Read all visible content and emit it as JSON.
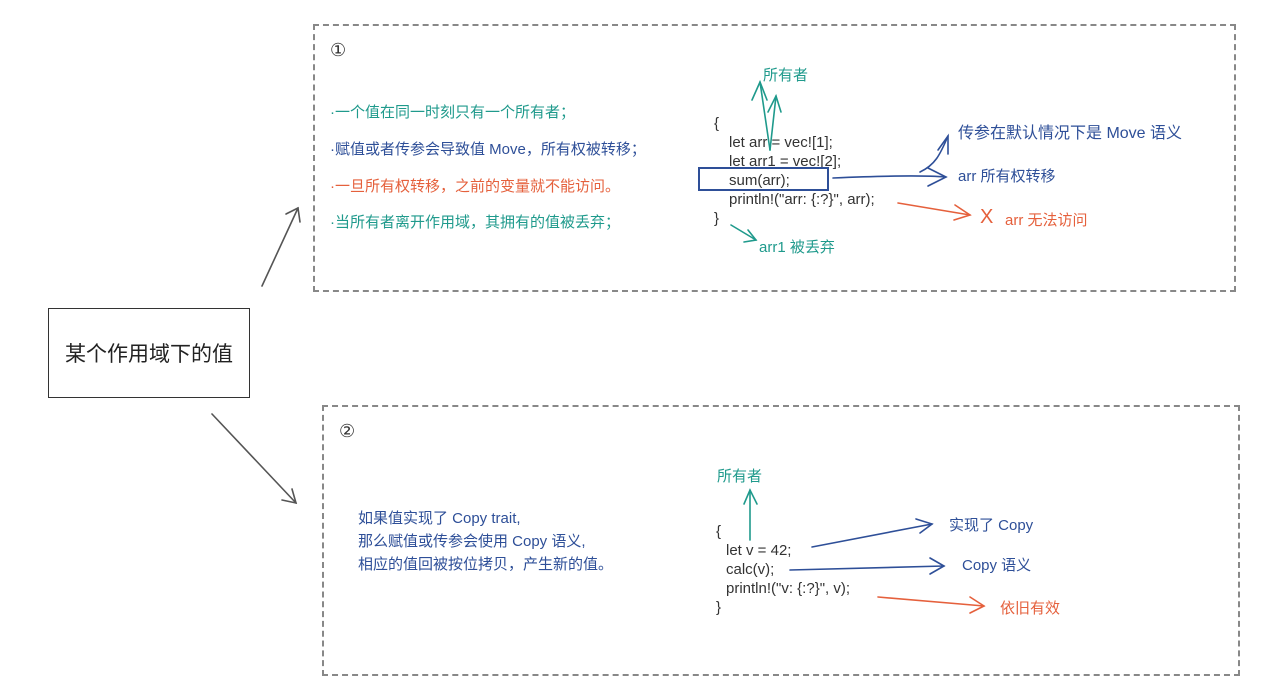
{
  "root": {
    "label": "某个作用域下的值"
  },
  "section1": {
    "number": "①",
    "rules": [
      {
        "text": "·一个值在同一时刻只有一个所有者；",
        "color": "#1f9a8c"
      },
      {
        "text": "·赋值或者传参会导致值 Move，所有权被转移；",
        "color": "#2e4f98"
      },
      {
        "text": "·一旦所有权转移，之前的变量就不能访问。",
        "color": "#e5603c"
      },
      {
        "text": "·当所有者离开作用域，其拥有的值被丢弃；",
        "color": "#1f9a8c"
      }
    ],
    "code": [
      "{",
      "  let arr = vec![1];",
      "  let arr1 = vec![2];",
      "  sum(arr);",
      "  println!(\"arr: {:?}\", arr);",
      "}"
    ],
    "annotations": {
      "owner": "所有者",
      "move_semantics": "传参在默认情况下是 Move 语义",
      "ownership_moved": "arr 所有权转移",
      "no_access": "arr 无法访问",
      "no_access_mark": "X",
      "dropped": "arr1 被丢弃"
    }
  },
  "section2": {
    "number": "②",
    "description": [
      "如果值实现了 Copy trait,",
      "那么赋值或传参会使用 Copy 语义,",
      "相应的值回被按位拷贝，产生新的值。"
    ],
    "code": [
      "{",
      "  let v = 42;",
      "  calc(v);",
      "  println!(\"v: {:?}\", v);",
      "}"
    ],
    "annotations": {
      "owner": "所有者",
      "implements_copy": "实现了 Copy",
      "copy_semantics": "Copy 语义",
      "still_valid": "依旧有效"
    }
  },
  "colors": {
    "teal": "#1f9a8c",
    "blue": "#2e4f98",
    "red": "#e5603c"
  }
}
